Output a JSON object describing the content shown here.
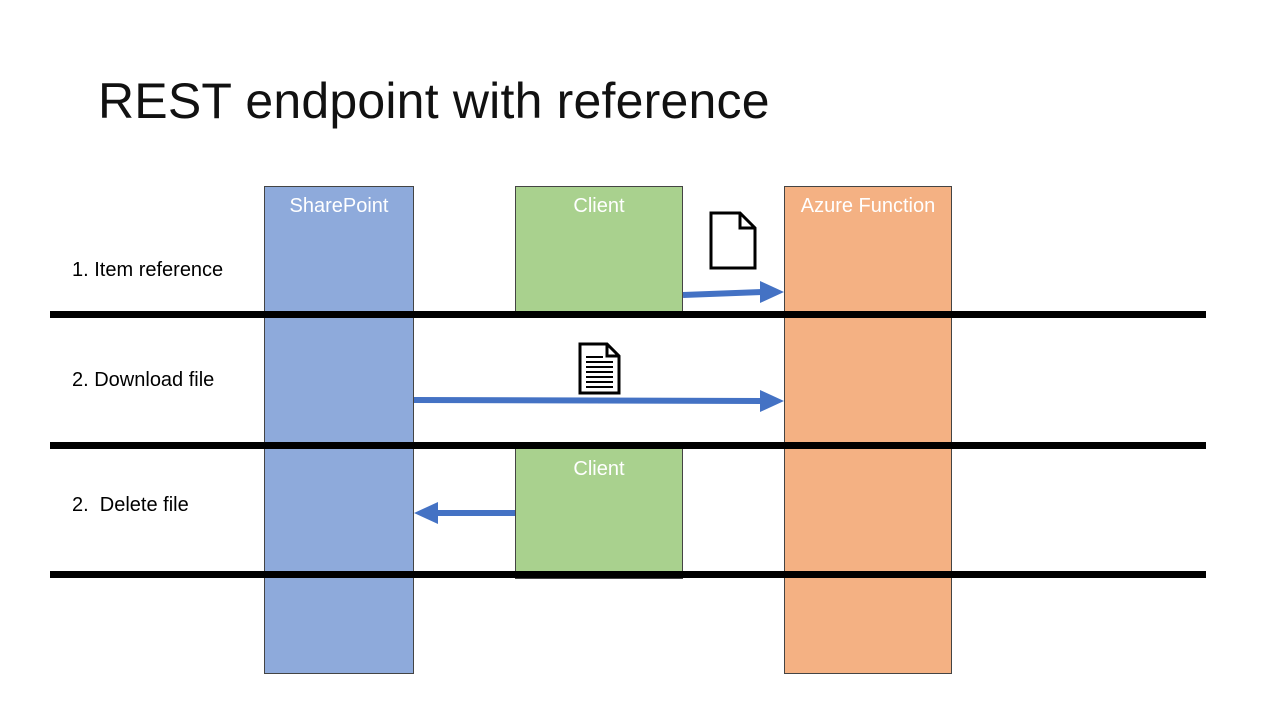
{
  "slide": {
    "title": "REST endpoint with reference"
  },
  "diagram": {
    "columns": {
      "sharepoint": "SharePoint",
      "client_top": "Client",
      "azure": "Azure Function",
      "client_bottom": "Client"
    },
    "steps": [
      {
        "label": "1. Item reference"
      },
      {
        "label": "2. Download file"
      },
      {
        "label": "2.  Delete file"
      }
    ],
    "icons": {
      "blank_document": "blank-document-icon",
      "text_document": "text-document-icon"
    },
    "colors": {
      "sharepoint": "#8eaadb",
      "client": "#a9d18e",
      "azure": "#f4b183",
      "arrow": "#4472c4",
      "divider": "#000000"
    }
  }
}
